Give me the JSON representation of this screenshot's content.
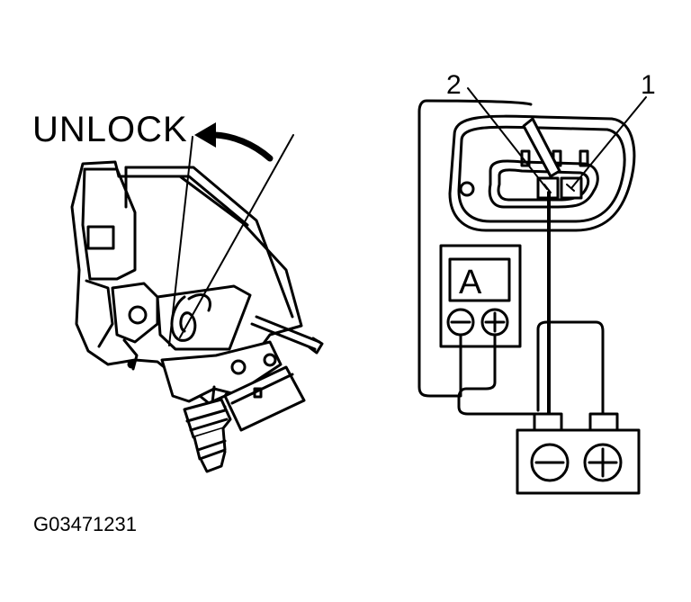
{
  "labels": {
    "unlock": "UNLOCK",
    "callout_1": "1",
    "callout_2": "2",
    "figure_id": "G03471231",
    "ammeter": "A"
  },
  "icons": {
    "meter_negative": "minus-sign",
    "meter_positive": "plus-sign",
    "battery_negative": "minus-sign",
    "battery_positive": "plus-sign"
  },
  "colors": {
    "line": "#000000",
    "background": "#ffffff"
  }
}
